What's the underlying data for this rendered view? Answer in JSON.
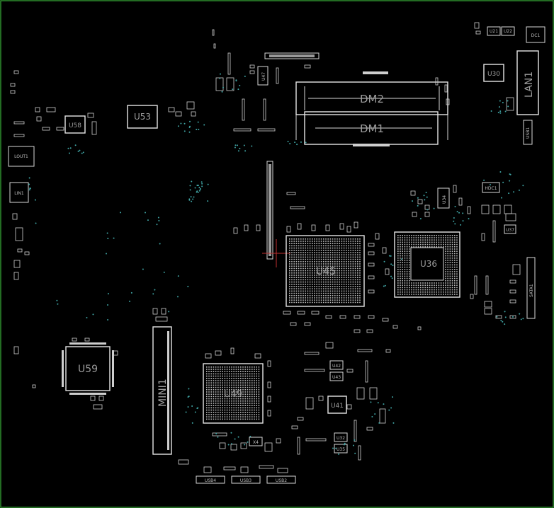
{
  "labels": {
    "dm2": "DM2",
    "dm1": "DM1",
    "u53": "U53",
    "u58": "U58",
    "u59": "U59",
    "u45": "U45",
    "u49": "U49",
    "u41": "U41",
    "u30": "U30",
    "u34": "U34",
    "u47": "U47",
    "u21": "U21",
    "u22": "U22",
    "u36": "U36",
    "u37": "U37",
    "u42": "U42",
    "u43": "U43",
    "u32": "U32",
    "u35": "U35",
    "x4": "X4",
    "lan1": "LAN1",
    "mini1": "MINI1",
    "dc1": "DC1",
    "lout1": "LOUT1",
    "lin1": "LIN1",
    "hdc1": "HDC1",
    "usb4": "USB4",
    "usb3": "USB3",
    "usb2": "USB2",
    "usb1": "USB1",
    "sata1": "SATA1"
  },
  "colors": {
    "background": "#000000",
    "board_outline": "#2f8f2f",
    "silkscreen": "#d8d8d8",
    "label": "#9c9c9c",
    "via": "#3fa3a3",
    "crosshair": "#c03030"
  }
}
